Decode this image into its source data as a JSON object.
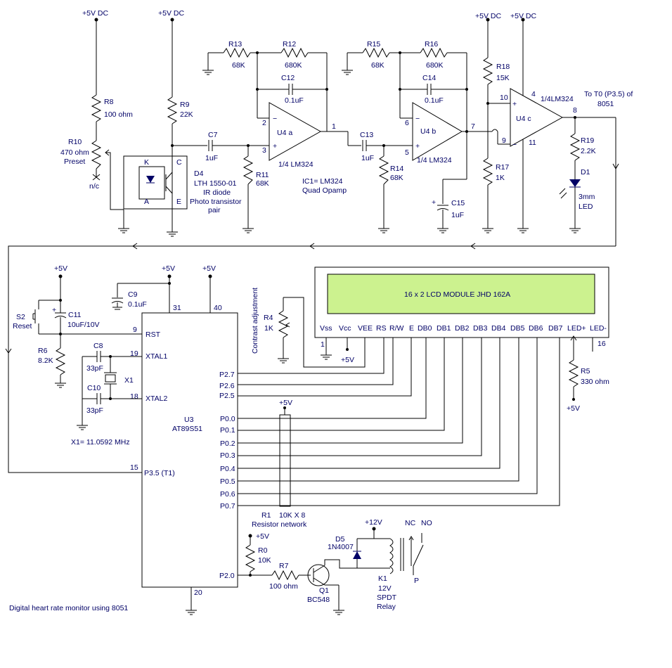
{
  "title": "Digital heart rate monitor using 8051",
  "supply": {
    "v5dc": "+5V DC",
    "v5": "+5V",
    "v12": "+12V"
  },
  "sensor": {
    "r8": {
      "ref": "R8",
      "value": "100 ohm"
    },
    "r10": {
      "ref": "R10",
      "value1": "470 ohm",
      "value2": "Preset",
      "nc": "n/c"
    },
    "r9": {
      "ref": "R9",
      "value": "22K"
    },
    "d4": {
      "ref": "D4",
      "part": "LTH 1550-01",
      "desc1": "IR diode",
      "desc2": "Photo transistor",
      "desc3": "pair",
      "k": "K",
      "a": "A",
      "c": "C",
      "e": "E"
    },
    "c7": {
      "ref": "C7",
      "value": "1uF"
    }
  },
  "stage_a": {
    "r13": {
      "ref": "R13",
      "value": "68K"
    },
    "r12": {
      "ref": "R12",
      "value": "680K"
    },
    "c12": {
      "ref": "C12",
      "value": "0.1uF"
    },
    "r11": {
      "ref": "R11",
      "value": "68K"
    },
    "u4a": "U4 a",
    "part": "1/4 LM324",
    "pin1": "1",
    "pin2": "2",
    "pin3": "3",
    "ic_note1": "IC1= LM324",
    "ic_note2": "Quad Opamp"
  },
  "stage_b": {
    "r15": {
      "ref": "R15",
      "value": "68K"
    },
    "r16": {
      "ref": "R16",
      "value": "680K"
    },
    "c14": {
      "ref": "C14",
      "value": "0.1uF"
    },
    "c13": {
      "ref": "C13",
      "value": "1uF"
    },
    "r14": {
      "ref": "R14",
      "value": "68K"
    },
    "c15": {
      "ref": "C15",
      "value": "1uF"
    },
    "u4b": "U4 b",
    "part": "1/4 LM324",
    "pin5": "5",
    "pin6": "6",
    "pin7": "7"
  },
  "stage_c": {
    "r18": {
      "ref": "R18",
      "value": "15K"
    },
    "r17": {
      "ref": "R17",
      "value": "1K"
    },
    "r19": {
      "ref": "R19",
      "value": "2.2K"
    },
    "d1": {
      "ref": "D1",
      "value1": "3mm",
      "value2": "LED"
    },
    "u4c": "U4  c",
    "part": "1/4LM324",
    "pin4": "4",
    "pin8": "8",
    "pin9": "9",
    "pin10": "10",
    "pin11": "11",
    "to_t0_1": "To T0 (P3.5) of",
    "to_t0_2": "8051"
  },
  "mcu": {
    "u3": "U3",
    "part": "AT89S51",
    "pins": {
      "rst": "RST",
      "xtal1": "XTAL1",
      "xtal2": "XTAL2",
      "p35": "P3.5 (T1)",
      "p27": "P2.7",
      "p26": "P2.6",
      "p25": "P2.5",
      "p20": "P2.0"
    },
    "port0": [
      "P0.0",
      "P0.1",
      "P0.2",
      "P0.3",
      "P0.4",
      "P0.5",
      "P0.6",
      "P0.7"
    ],
    "pin_numbers": {
      "n9": "9",
      "n19": "19",
      "n18": "18",
      "n15": "15",
      "n31": "31",
      "n40": "40",
      "n20": "20"
    },
    "c9": {
      "ref": "C9",
      "value": "0.1uF"
    },
    "s2": {
      "ref": "S2",
      "label": "Reset"
    },
    "c11": {
      "ref": "C11",
      "value": "10uF/10V"
    },
    "r6": {
      "ref": "R6",
      "value": "8.2K"
    },
    "c8": {
      "ref": "C8",
      "value": "33pF"
    },
    "c10": {
      "ref": "C10",
      "value": "33pF"
    },
    "x1": {
      "ref": "X1",
      "note": "X1= 11.0592 MHz"
    },
    "r1": {
      "ref": "R1",
      "value": "10K X 8",
      "desc": "Resistor network"
    }
  },
  "lcd": {
    "title": "16 x 2 LCD MODULE  JHD  162A",
    "pins": [
      "Vss",
      "Vcc",
      "VEE",
      "RS",
      "R/W",
      "E",
      "DB0",
      "DB1",
      "DB2",
      "DB3",
      "DB4",
      "DB5",
      "DB6",
      "DB7",
      "LED+",
      "LED-"
    ],
    "pin1": "1",
    "pin16": "16",
    "r4": {
      "ref": "R4",
      "value": "1K"
    },
    "contrast": "Contrast adjustment",
    "r5": {
      "ref": "R5",
      "value": "330 ohm"
    }
  },
  "relay": {
    "r0": {
      "ref": "R0",
      "value": "10K"
    },
    "r7": {
      "ref": "R7",
      "value": "100 ohm"
    },
    "q1": {
      "ref": "Q1",
      "value": "BC548"
    },
    "d5": {
      "ref": "D5",
      "value": "1N4007"
    },
    "k1": {
      "ref": "K1",
      "v": "12V",
      "t1": "SPDT",
      "t2": "Relay"
    },
    "nc": "NC",
    "no": "NO",
    "p": "P"
  }
}
